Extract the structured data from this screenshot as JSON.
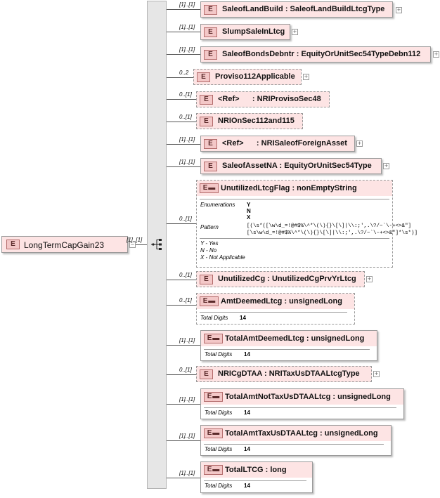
{
  "root": {
    "label": "LongTermCapGain23",
    "cardinality": "[1]..[1]"
  },
  "elements": [
    {
      "label": "SaleofLandBuild : SaleofLandBuildLtcgType",
      "cardinality": "[1]..[1]"
    },
    {
      "label": "SlumpSaleInLtcg",
      "cardinality": "[1]..[1]"
    },
    {
      "label": "SaleofBondsDebntr : EquityOrUnitSec54TypeDebn112",
      "cardinality": "[1]..[1]"
    },
    {
      "label": "Proviso112Applicable",
      "cardinality": "0..2"
    },
    {
      "label": "<Ref>      : NRIProvisoSec48",
      "cardinality": "0..[1]"
    },
    {
      "label": "NRIOnSec112and115",
      "cardinality": "0..[1]"
    },
    {
      "label": "<Ref>      : NRISaleofForeignAsset",
      "cardinality": "[1]..[1]"
    },
    {
      "label": "SaleofAssetNA : EquityOrUnitSec54Type",
      "cardinality": "[1]..[1]"
    },
    {
      "label": "UnutilizedLtcgFlag : nonEmptyString",
      "cardinality": "0..[1]",
      "facets": {
        "enum_label": "Enumerations",
        "enum_values": [
          "Y",
          "N",
          "X"
        ],
        "pattern_label": "Pattern",
        "pattern_lines": [
          "[(\\s*([\\w\\d_=!@#$%\\^*\\(\\){}\\[\\]|\\\\:;',.\\?/~`\\-+<>&\"]",
          "[\\s\\w\\d_=!@#$%\\^*\\(\\){}\\[\\]|\\\\:;',.\\?/~`\\-+<>&\"]*\\s*)]"
        ],
        "doc_lines": [
          "Y - Yes",
          "N - No",
          "X - Not Applicable"
        ]
      }
    },
    {
      "label": "UnutilizedCg : UnutilizedCgPrvYrLtcg",
      "cardinality": "0..[1]"
    },
    {
      "label": "AmtDeemedLtcg : unsignedLong",
      "cardinality": "0..[1]",
      "facets": {
        "digits_label": "Total Digits",
        "digits_value": "14"
      }
    },
    {
      "label": "TotalAmtDeemedLtcg : unsignedLong",
      "cardinality": "[1]..[1]",
      "facets": {
        "digits_label": "Total Digits",
        "digits_value": "14"
      }
    },
    {
      "label": "NRICgDTAA : NRITaxUsDTAALtcgType",
      "cardinality": "0..[1]"
    },
    {
      "label": "TotalAmtNotTaxUsDTAALtcg : unsignedLong",
      "cardinality": "[1]..[1]",
      "facets": {
        "digits_label": "Total Digits",
        "digits_value": "14"
      }
    },
    {
      "label": "TotalAmtTaxUsDTAALtcg : unsignedLong",
      "cardinality": "[1]..[1]",
      "facets": {
        "digits_label": "Total Digits",
        "digits_value": "14"
      }
    },
    {
      "label": "TotalLTCG : long",
      "cardinality": "[1]..[1]",
      "facets": {
        "digits_label": "Total Digits",
        "digits_value": "14"
      }
    }
  ],
  "badge_text": "E",
  "colors": {
    "element_fill": "#fde4e4",
    "badge_fill": "#f3c7c7",
    "border": "#9a9a9a",
    "spine": "#e6e6e6"
  }
}
